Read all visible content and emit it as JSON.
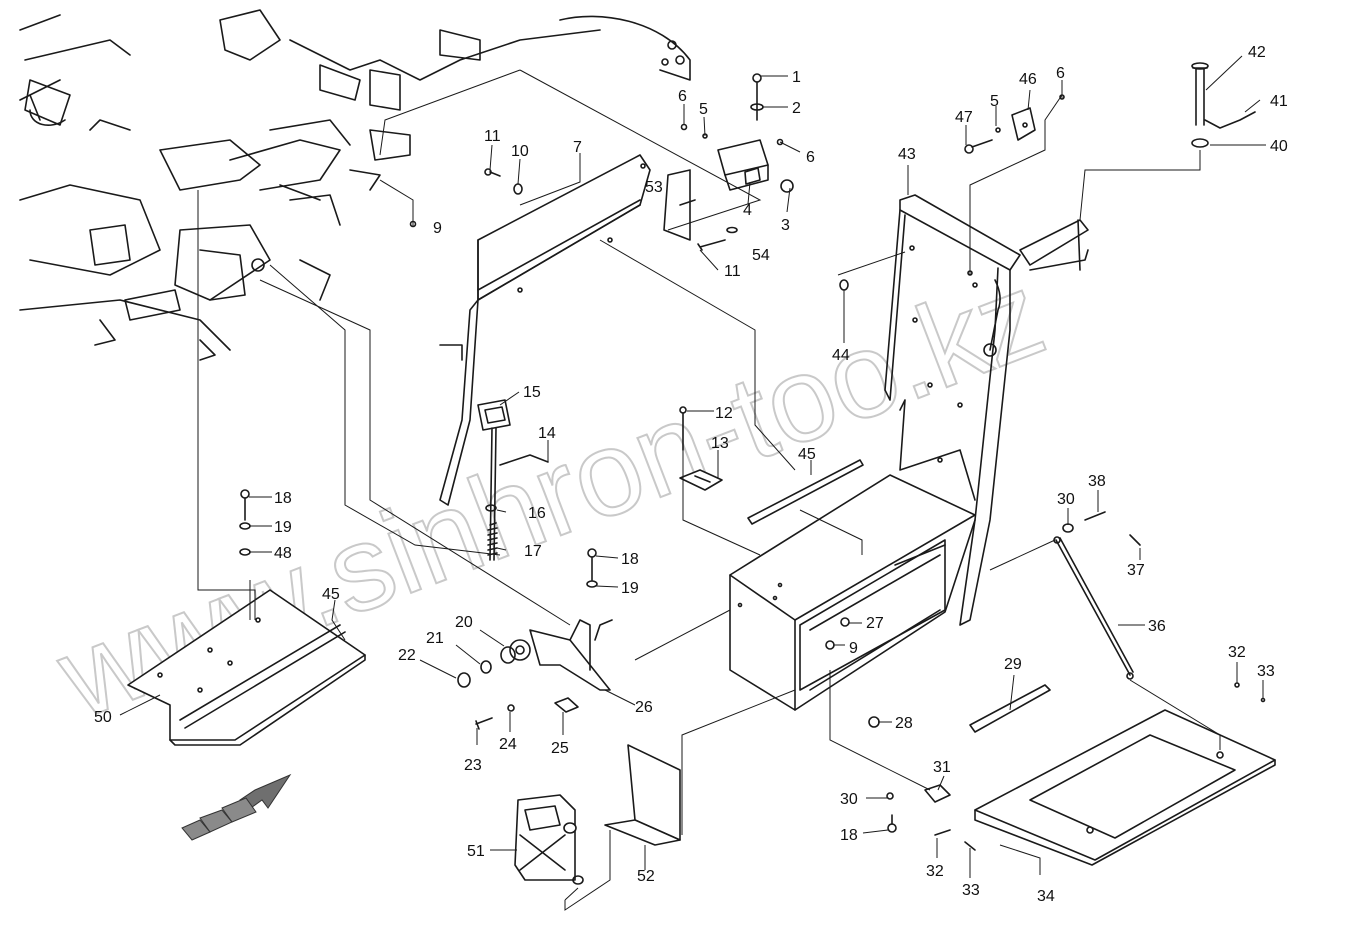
{
  "watermark": "www.sinhron-too.kz",
  "corner_mark": "",
  "callouts": [
    {
      "id": "c1",
      "label": "1"
    },
    {
      "id": "c2",
      "label": "2"
    },
    {
      "id": "c3",
      "label": "3"
    },
    {
      "id": "c4",
      "label": "4"
    },
    {
      "id": "c5a",
      "label": "5"
    },
    {
      "id": "c5b",
      "label": "5"
    },
    {
      "id": "c6a",
      "label": "6"
    },
    {
      "id": "c6b",
      "label": "6"
    },
    {
      "id": "c6c",
      "label": "6"
    },
    {
      "id": "c7",
      "label": "7"
    },
    {
      "id": "c9a",
      "label": "9"
    },
    {
      "id": "c9b",
      "label": "9"
    },
    {
      "id": "c10",
      "label": "10"
    },
    {
      "id": "c11a",
      "label": "11"
    },
    {
      "id": "c11b",
      "label": "11"
    },
    {
      "id": "c12",
      "label": "12"
    },
    {
      "id": "c13",
      "label": "13"
    },
    {
      "id": "c14",
      "label": "14"
    },
    {
      "id": "c15",
      "label": "15"
    },
    {
      "id": "c16",
      "label": "16"
    },
    {
      "id": "c17",
      "label": "17"
    },
    {
      "id": "c18a",
      "label": "18"
    },
    {
      "id": "c18b",
      "label": "18"
    },
    {
      "id": "c18c",
      "label": "18"
    },
    {
      "id": "c19a",
      "label": "19"
    },
    {
      "id": "c19b",
      "label": "19"
    },
    {
      "id": "c20",
      "label": "20"
    },
    {
      "id": "c21",
      "label": "21"
    },
    {
      "id": "c22",
      "label": "22"
    },
    {
      "id": "c23",
      "label": "23"
    },
    {
      "id": "c24",
      "label": "24"
    },
    {
      "id": "c25",
      "label": "25"
    },
    {
      "id": "c26",
      "label": "26"
    },
    {
      "id": "c27",
      "label": "27"
    },
    {
      "id": "c28",
      "label": "28"
    },
    {
      "id": "c29",
      "label": "29"
    },
    {
      "id": "c30a",
      "label": "30"
    },
    {
      "id": "c30b",
      "label": "30"
    },
    {
      "id": "c31",
      "label": "31"
    },
    {
      "id": "c32a",
      "label": "32"
    },
    {
      "id": "c32b",
      "label": "32"
    },
    {
      "id": "c33a",
      "label": "33"
    },
    {
      "id": "c33b",
      "label": "33"
    },
    {
      "id": "c34",
      "label": "34"
    },
    {
      "id": "c36",
      "label": "36"
    },
    {
      "id": "c37",
      "label": "37"
    },
    {
      "id": "c38",
      "label": "38"
    },
    {
      "id": "c40",
      "label": "40"
    },
    {
      "id": "c41",
      "label": "41"
    },
    {
      "id": "c42",
      "label": "42"
    },
    {
      "id": "c43",
      "label": "43"
    },
    {
      "id": "c44",
      "label": "44"
    },
    {
      "id": "c45a",
      "label": "45"
    },
    {
      "id": "c45b",
      "label": "45"
    },
    {
      "id": "c46",
      "label": "46"
    },
    {
      "id": "c47",
      "label": "47"
    },
    {
      "id": "c48",
      "label": "48"
    },
    {
      "id": "c50",
      "label": "50"
    },
    {
      "id": "c51",
      "label": "51"
    },
    {
      "id": "c52",
      "label": "52"
    },
    {
      "id": "c53",
      "label": "53"
    },
    {
      "id": "c54",
      "label": "54"
    }
  ]
}
